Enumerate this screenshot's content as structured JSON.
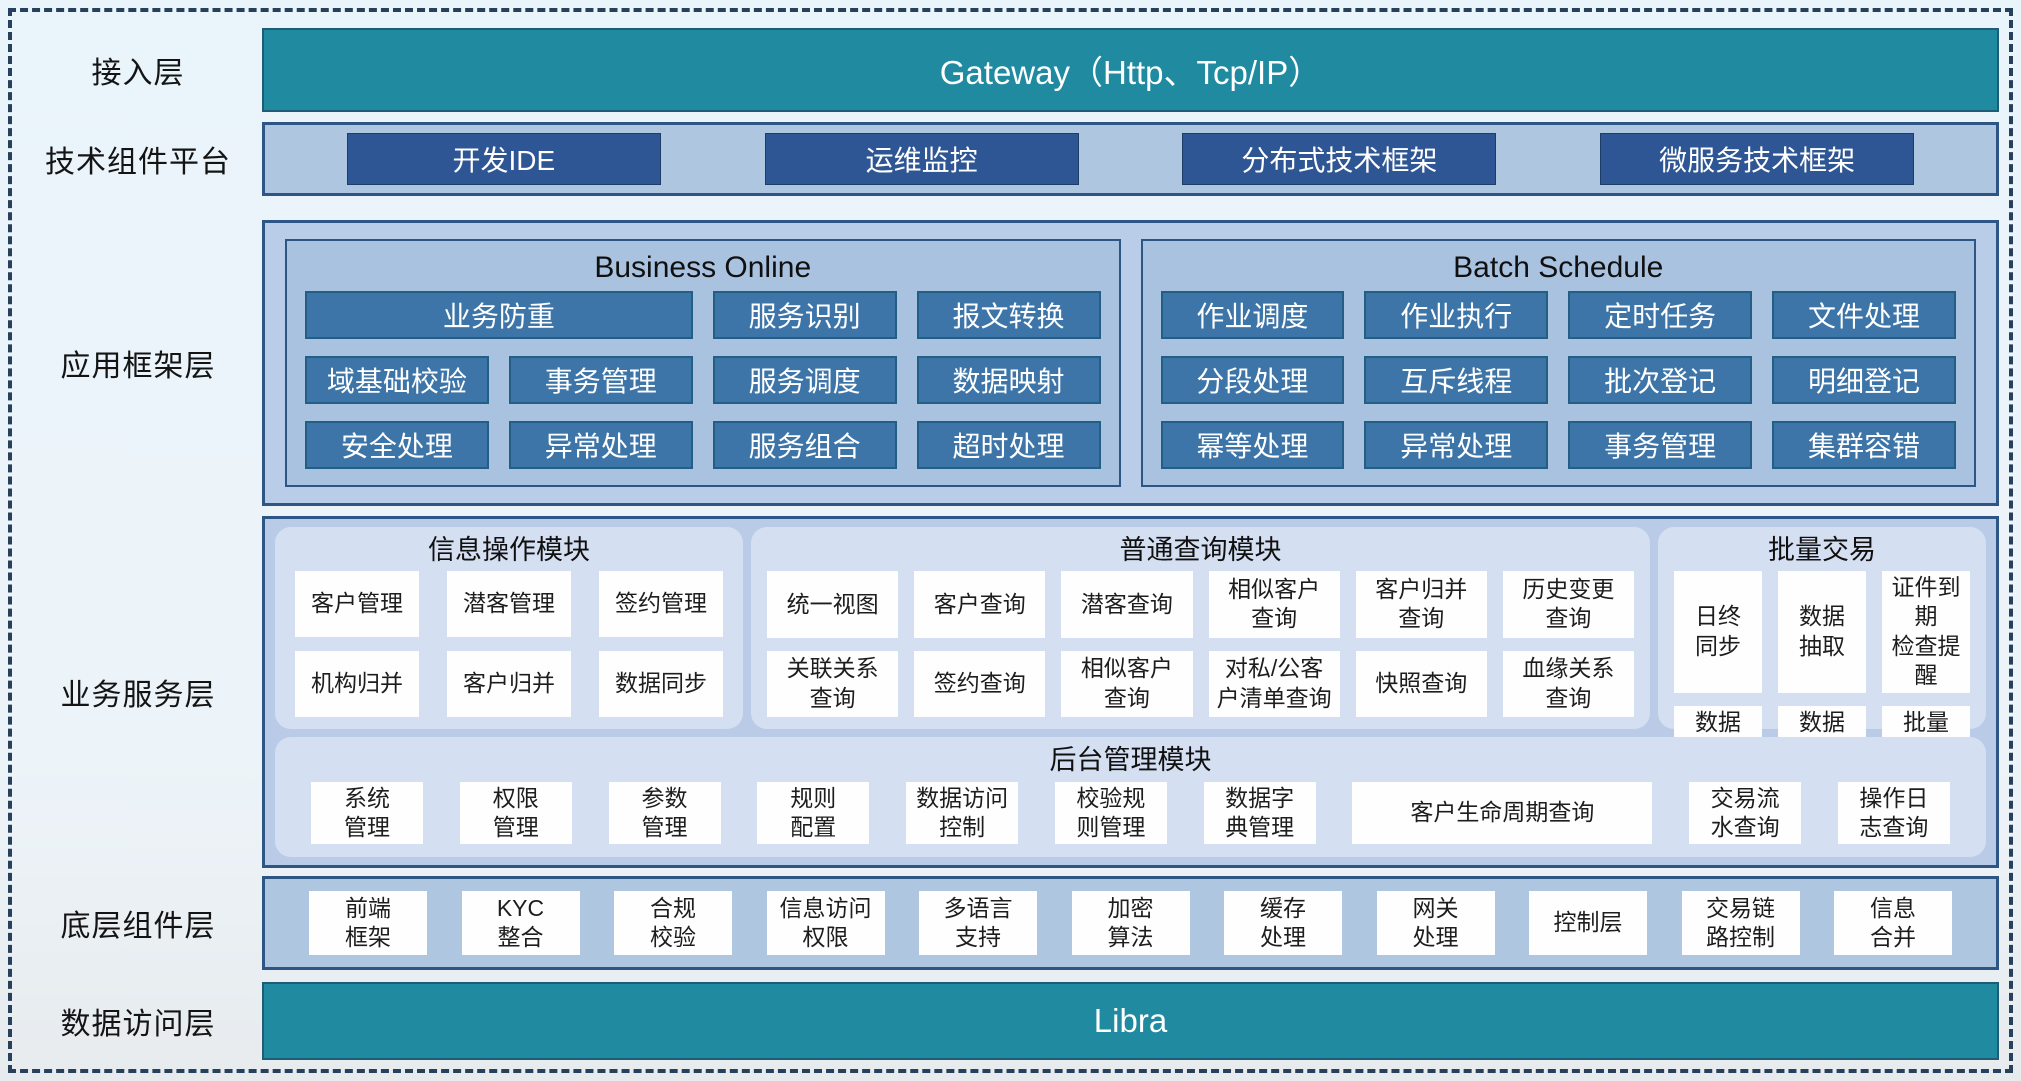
{
  "colors": {
    "teal_bar": "#1f8aa0",
    "navy_button": "#2f5694",
    "steel_button": "#3d75a9",
    "container_blue": "#b9cde8",
    "panel_blue": "#a9c2e0",
    "light_panel": "#d5dff2",
    "border_navy": "#2d5685",
    "white_button": "#fefefe"
  },
  "access": {
    "label": "接入层",
    "bar": "Gateway（Http、Tcp/IP）"
  },
  "tech": {
    "label": "技术组件平台",
    "buttons": [
      "开发IDE",
      "运维监控",
      "分布式技术框架",
      "微服务技术框架"
    ]
  },
  "app": {
    "label": "应用框架层",
    "business_online": {
      "title": "Business Online",
      "items": [
        {
          "t": "业务防重",
          "c": "span2"
        },
        "服务识别",
        "报文转换",
        "域基础校验",
        "事务管理",
        "服务调度",
        "数据映射",
        "安全处理",
        "异常处理",
        "服务组合",
        "超时处理"
      ]
    },
    "batch_schedule": {
      "title": "Batch Schedule",
      "items": [
        "作业调度",
        "作业执行",
        "定时任务",
        "文件处理",
        "分段处理",
        "互斥线程",
        "批次登记",
        "明细登记",
        "幂等处理",
        "异常处理",
        "事务管理",
        "集群容错"
      ]
    }
  },
  "biz": {
    "label": "业务服务层",
    "info_ops": {
      "title": "信息操作模块",
      "items": [
        "客户管理",
        "潜客管理",
        "签约管理",
        "机构归并",
        "客户归并",
        "数据同步"
      ]
    },
    "query": {
      "title": "普通查询模块",
      "items": [
        "统一视图",
        "客户查询",
        "潜客查询",
        "相似客户\n查询",
        "客户归并\n查询",
        "历史变更\n查询",
        "关联关系\n查询",
        "签约查询",
        "相似客户\n查询",
        "对私/公客\n户清单查询",
        "快照查询",
        "血缘关系\n查询"
      ]
    },
    "batch_trade": {
      "title": "批量交易",
      "items": [
        "日终\n同步",
        "数据\n抽取",
        "证件到期\n检查提醒",
        "数据\n转换",
        "数据\n装载",
        "批量\n开户"
      ]
    },
    "admin": {
      "title": "后台管理模块",
      "items": [
        "系统\n管理",
        "权限\n管理",
        "参数\n管理",
        "规则\n配置",
        "数据访问\n控制",
        "校验规\n则管理",
        "数据字\n典管理",
        {
          "t": "客户生命周期查询",
          "c": "w-lg"
        },
        "交易流\n水查询",
        "操作日\n志查询"
      ]
    }
  },
  "base": {
    "label": "底层组件层",
    "items": [
      "前端\n框架",
      "KYC\n整合",
      "合规\n校验",
      "信息访问\n权限",
      "多语言\n支持",
      "加密\n算法",
      "缓存\n处理",
      "网关\n处理",
      "控制层",
      "交易链\n路控制",
      "信息\n合并"
    ]
  },
  "data_access": {
    "label": "数据访问层",
    "bar": "Libra"
  }
}
